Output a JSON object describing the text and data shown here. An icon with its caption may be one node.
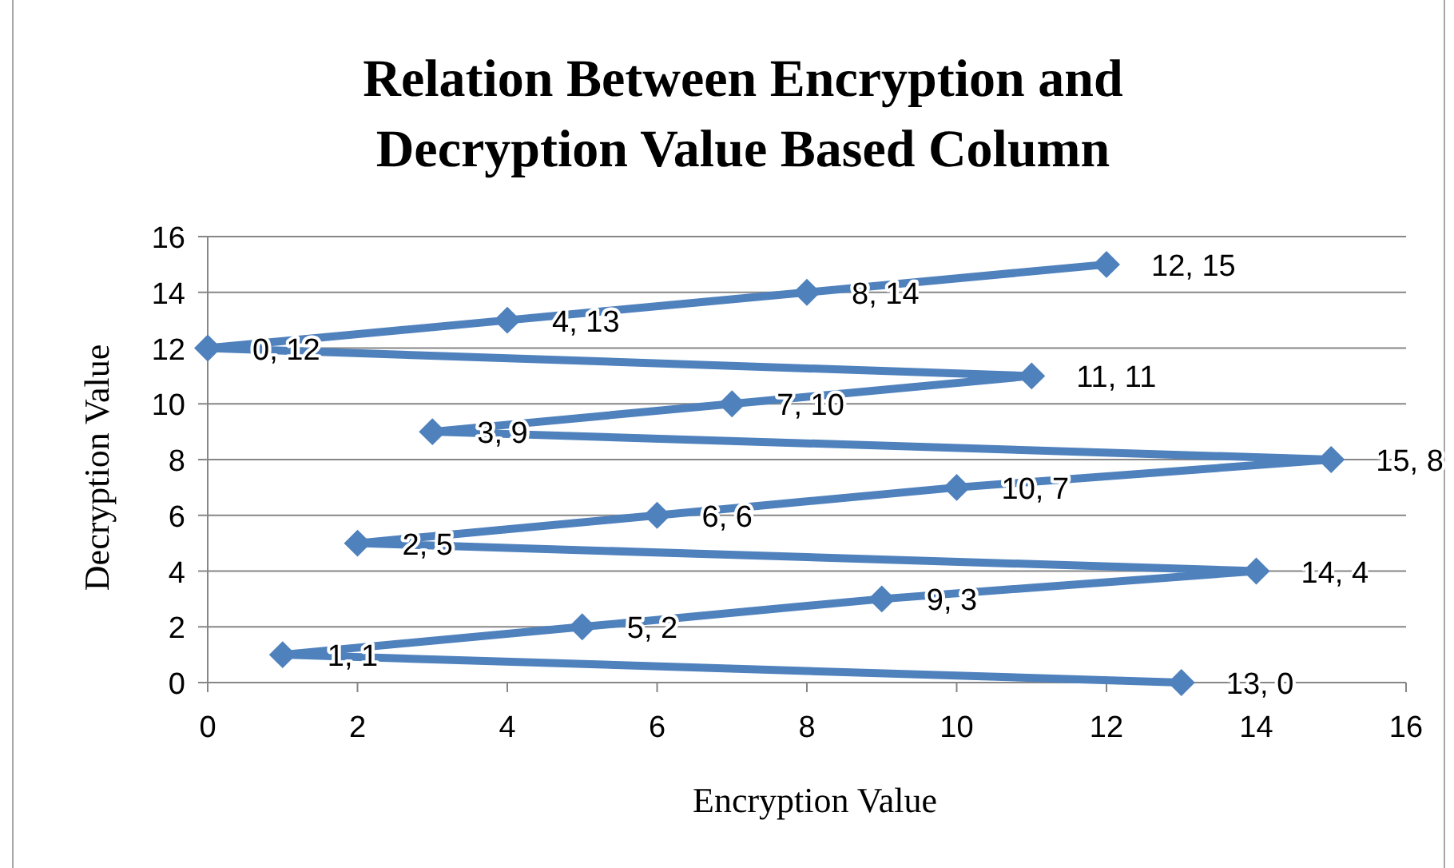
{
  "diagram": {
    "chart_data": {
      "type": "line",
      "title": "Relation Between Encryption and Decryption Value Based Column",
      "xlabel": "Encryption Value",
      "ylabel": "Decryption Value",
      "x": [
        13,
        1,
        5,
        9,
        14,
        2,
        6,
        10,
        15,
        3,
        7,
        11,
        0,
        4,
        8,
        12
      ],
      "grid": true,
      "series": [
        {
          "color": "#4f81bd",
          "marker": "diamond",
          "values": [
            0,
            1,
            2,
            3,
            4,
            5,
            6,
            7,
            8,
            9,
            10,
            11,
            12,
            13,
            14,
            15
          ]
        }
      ],
      "value_labels": [
        "13, 0",
        "1, 1",
        "5, 2",
        "9, 3",
        "14, 4",
        "2, 5",
        "6, 6",
        "10, 7",
        "15, 8",
        "3, 9",
        "7, 10",
        "11, 11",
        "0, 12",
        "4, 13",
        "8, 14",
        "12, 15"
      ],
      "xlim": [
        0,
        16
      ],
      "ylim": [
        0,
        16
      ],
      "xticks": [
        0,
        2,
        4,
        6,
        8,
        10,
        12,
        14,
        16
      ],
      "yticks": [
        0,
        2,
        4,
        6,
        8,
        10,
        12,
        14,
        16
      ]
    }
  }
}
